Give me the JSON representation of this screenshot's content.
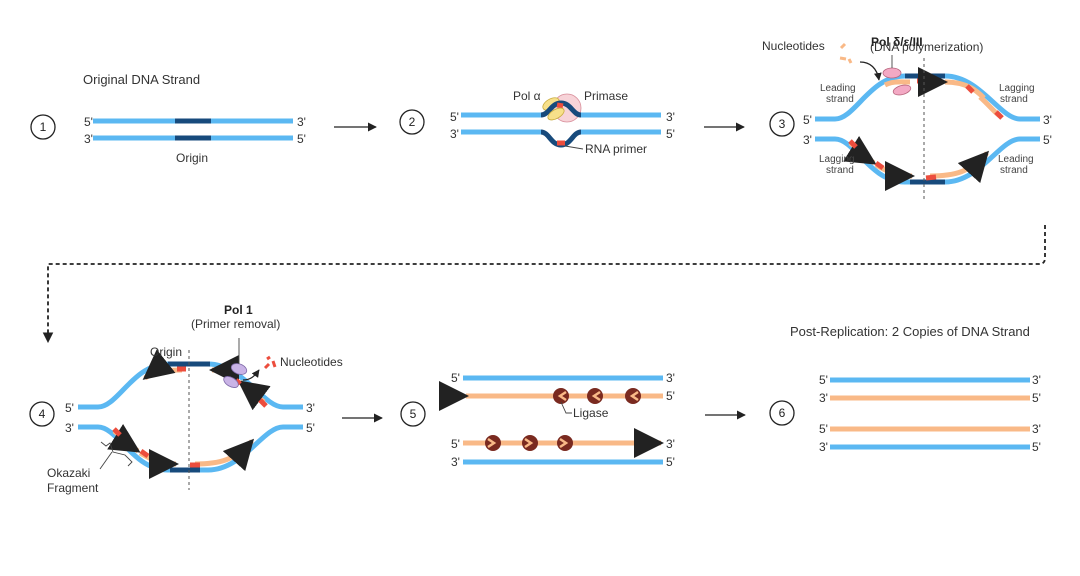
{
  "colors": {
    "parental_strand": "#5bb8f2",
    "origin": "#174a7c",
    "new_strand": "#f9b987",
    "rna_primer": "#ec4d3d",
    "pol_alpha": "#f7e08a",
    "primase": "#f7d3d8",
    "pol_delta": "#f3a9c4",
    "pol_1": "#c9b3e6",
    "ligase": "#7a2a20"
  },
  "end_labels": {
    "five": "5'",
    "three": "3'"
  },
  "steps": [
    {
      "number": "1",
      "title": "Original DNA Strand",
      "labels": {
        "origin": "Origin"
      }
    },
    {
      "number": "2",
      "labels": {
        "pol_alpha": "Pol α",
        "primase": "Primase",
        "rna_primer": "RNA primer"
      }
    },
    {
      "number": "3",
      "labels": {
        "enzyme_name": "Pol δ/ε/III",
        "enzyme_role": "(DNA polymerization)",
        "nucleotides": "Nucleotides",
        "top_left_line1": "Leading",
        "top_left_line2": "strand",
        "top_right_line1": "Lagging",
        "top_right_line2": "strand",
        "bottom_left_line1": "Lagging",
        "bottom_left_line2": "strand",
        "bottom_right_line1": "Leading",
        "bottom_right_line2": "strand"
      }
    },
    {
      "number": "4",
      "labels": {
        "enzyme_name": "Pol 1",
        "enzyme_role": "(Primer removal)",
        "origin": "Origin",
        "nucleotides": "Nucleotides",
        "okazaki_line1": "Okazaki",
        "okazaki_line2": "Fragment"
      }
    },
    {
      "number": "5",
      "labels": {
        "ligase": "Ligase"
      }
    },
    {
      "number": "6",
      "title": "Post-Replication: 2 Copies of DNA Strand"
    }
  ]
}
